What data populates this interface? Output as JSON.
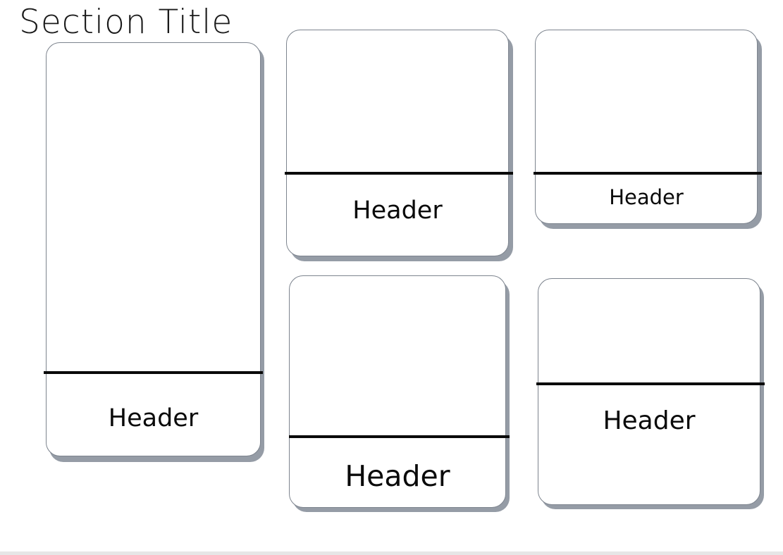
{
  "page": {
    "title": "Section Title"
  },
  "cards": [
    {
      "header": "Header"
    },
    {
      "header": "Header"
    },
    {
      "header": "Header"
    },
    {
      "header": "Header"
    },
    {
      "header": "Header"
    }
  ],
  "colors": {
    "card_border": "#7d848e",
    "card_shadow": "#959ca6",
    "divider": "#0a0a0a",
    "text": "#0a0a0a"
  }
}
